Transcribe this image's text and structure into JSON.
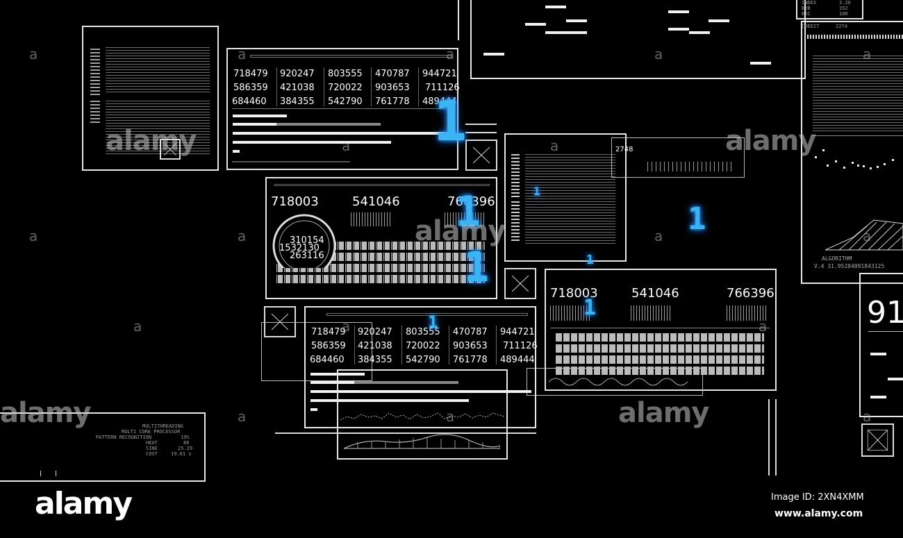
{
  "table": {
    "rows": [
      [
        "718479",
        "920247",
        "803555",
        "470787",
        "944721"
      ],
      [
        "586359",
        "421038",
        "720022",
        "903653",
        "711126"
      ],
      [
        "684460",
        "384355",
        "542790",
        "761778",
        "489444"
      ]
    ]
  },
  "stats": [
    "718003",
    "541046",
    "766396"
  ],
  "circle": [
    "310154",
    "1532130",
    "263116"
  ],
  "small_value": "2748",
  "right_big": "91",
  "right_panel": {
    "labels": [
      "INDEX",
      "B2B",
      "B2C",
      "CREDIT"
    ],
    "values": [
      "3.26",
      "352",
      "180",
      "2274"
    ],
    "algo_label": "ALGORITHM",
    "algo_value": "V.4 31.95284091843125"
  },
  "bottom_left": {
    "labels": [
      "MULTITHREADING",
      "MULTI CORE PROCESSOR",
      "PATTERN RECOGNITION",
      "HEAT",
      "SINE",
      "COST"
    ],
    "values": [
      "",
      "",
      "19%",
      "86",
      "25.29",
      "19.01 s"
    ]
  },
  "glyphs": [
    "1",
    "1",
    "1",
    "1",
    "1",
    "1",
    "1",
    "1"
  ],
  "watermark": {
    "small": "a",
    "word": "alamy",
    "logo": "alamy",
    "image_id": "Image ID: 2XN4XMM",
    "url": "www.alamy.com"
  },
  "colors": {
    "background": "#000000",
    "line": "#e8e8e8",
    "glow": "#3ab4f2"
  }
}
